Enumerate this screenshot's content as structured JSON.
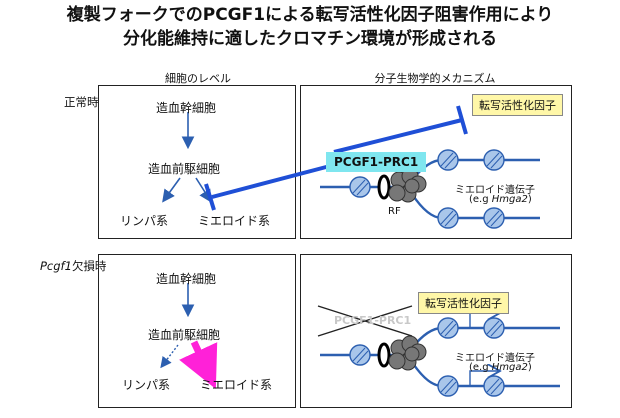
{
  "title": {
    "line1": "複製フォークでのPCGF1による転写活性化因子阻害作用により",
    "line2": "分化能維持に適したクロマチン環境が形成される"
  },
  "headers": {
    "cell_level": "細胞のレベル",
    "molecular": "分子生物学的メカニズム"
  },
  "rows": {
    "normal": {
      "label": "正常時"
    },
    "deficient": {
      "label_italic": "Pcgf1",
      "label_rest": "欠損時"
    }
  },
  "normal_cell": {
    "hsc": "造血幹細胞",
    "progenitor": "造血前駆細胞",
    "lymphoid": "リンパ系",
    "myeloid": "ミエロイド系"
  },
  "deficient_cell": {
    "hsc": "造血幹細胞",
    "progenitor": "造血前駆細胞",
    "lymphoid": "リンパ系",
    "myeloid": "ミエロイド系"
  },
  "normal_mol": {
    "activator": "転写活性化因子",
    "complex": "PCGF1-PRC1",
    "rf": "RF",
    "genes": "ミエロイド遺伝子",
    "eg_prefix": "(e.g ",
    "eg_gene": "Hmga2",
    "eg_suffix": ")"
  },
  "deficient_mol": {
    "activator": "転写活性化因子",
    "complex_crossed": "PCGF1-PRC1",
    "genes": "ミエロイド遺伝子",
    "eg_prefix": "(e.g ",
    "eg_gene": "Hmga2",
    "eg_suffix": ")"
  },
  "colors": {
    "inhibition": "#1f4fd6",
    "dna_line": "#2c5fb0",
    "nucleosome_fill": "#a9c6ea",
    "complex_bg": "#7fe6ef",
    "activator_bg": "#fff7a8",
    "magenta_arrow": "#ff21d8"
  }
}
